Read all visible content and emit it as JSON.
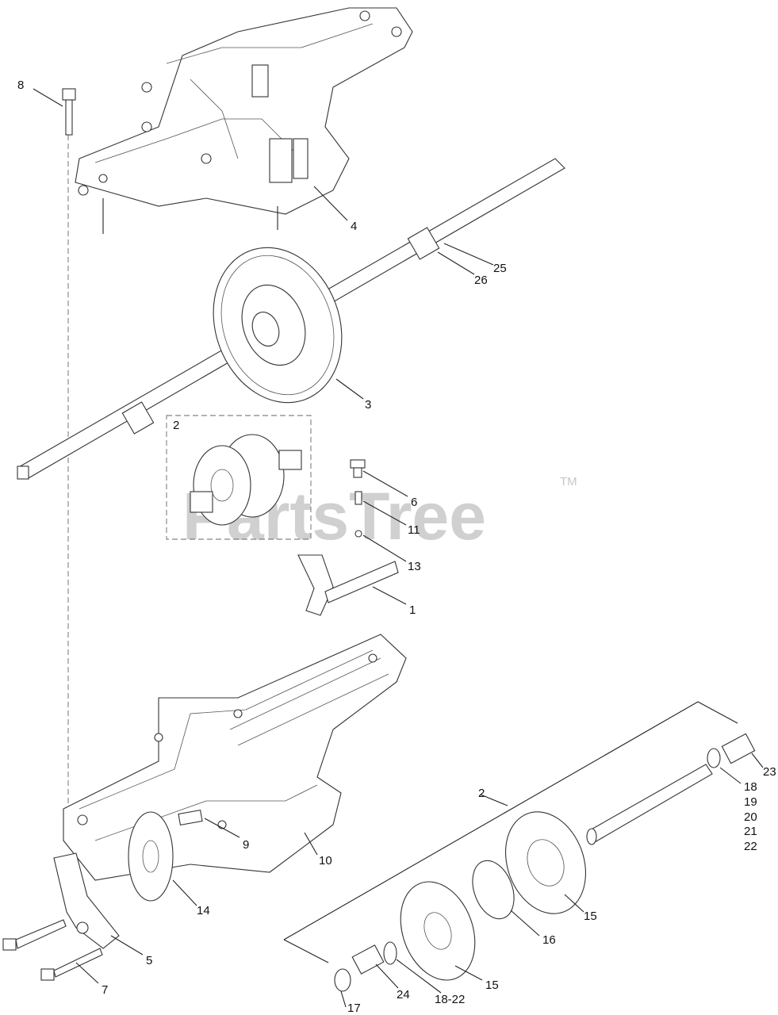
{
  "watermark": {
    "text": "PartsTree",
    "tm": "TM"
  },
  "callouts": {
    "c1": "1",
    "c2_box": "2",
    "c2_exploded": "2",
    "c3": "3",
    "c4": "4",
    "c5": "5",
    "c6": "6",
    "c7": "7",
    "c8": "8",
    "c9": "9",
    "c10": "10",
    "c11": "11",
    "c13": "13",
    "c14": "14",
    "c15_a": "15",
    "c15_b": "15",
    "c16": "16",
    "c17": "17",
    "c18": "18",
    "c19": "19",
    "c20": "20",
    "c21": "21",
    "c22": "22",
    "c18_22": "18-22",
    "c23": "23",
    "c24": "24",
    "c25": "25",
    "c26": "26"
  }
}
